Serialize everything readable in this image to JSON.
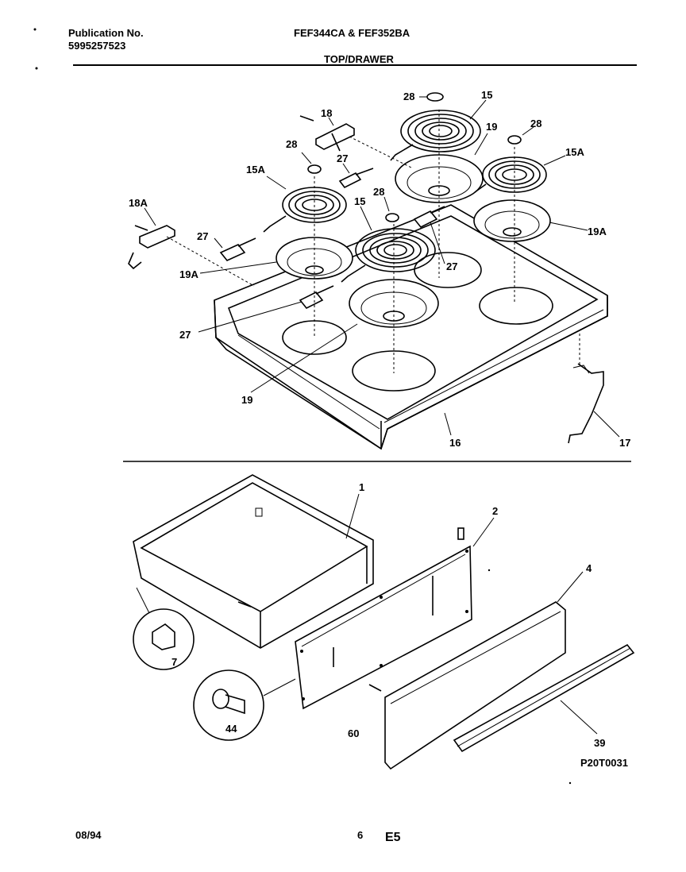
{
  "header": {
    "publication_label": "Publication No.",
    "publication_number": "5995257523",
    "models": "FEF344CA & FEF352BA",
    "section_title": "TOP/DRAWER"
  },
  "footer": {
    "date": "08/94",
    "page": "6",
    "code": "E5"
  },
  "figure_code": "P20T0031",
  "callouts": {
    "c28a": "28",
    "c15a": "15",
    "c18": "18",
    "c19a": "19",
    "c28b": "28",
    "c28c": "28",
    "c27a": "27",
    "c15Aa": "15A",
    "c15Ab": "15A",
    "c28d": "28",
    "c18A": "18A",
    "c15b": "15",
    "c27b": "27",
    "c19Aa": "19A",
    "c27c": "27",
    "c19Ab": "19A",
    "c27d": "27",
    "c19b": "19",
    "c16": "16",
    "c17": "17",
    "c1": "1",
    "c2": "2",
    "c4": "4",
    "c7": "7",
    "c44": "44",
    "c60": "60",
    "c39": "39"
  }
}
